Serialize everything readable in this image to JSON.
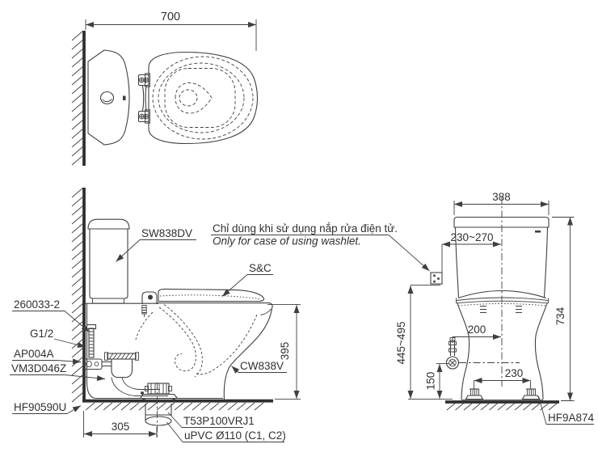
{
  "note": {
    "vietnamese": "Chỉ dùng khi sử dụng nắp rửa điện tử.",
    "english": "Only for case of using washlet."
  },
  "top_view": {
    "overall_depth_dim": "700"
  },
  "side_view": {
    "labels": {
      "tank": "SW838DV",
      "seat_cover": "S&C",
      "supply_hose": "260033-2",
      "thread": "G1/2",
      "angle_valve": "AP004A",
      "connector": "VM3D046Z",
      "floor_seal": "HF90590U",
      "bowl": "CW838V",
      "flange": "T53P100VRJ1",
      "drain_pipe": "uPVC Ø110 (C1, C2)"
    },
    "dims": {
      "rough_in": "305",
      "rim_height": "395"
    }
  },
  "front_view": {
    "labels": {
      "bolt_kit": "HF9A874"
    },
    "dims": {
      "width": "388",
      "outlet_offset": "230~270",
      "height": "734",
      "outlet_height": "445~495",
      "supply_offset": "200",
      "supply_height": "150",
      "bolt_spacing": "230"
    }
  },
  "colors": {
    "line": "#3f3f3f",
    "thick_line": "#2f2f2f",
    "text": "#303030",
    "background": "#ffffff"
  }
}
